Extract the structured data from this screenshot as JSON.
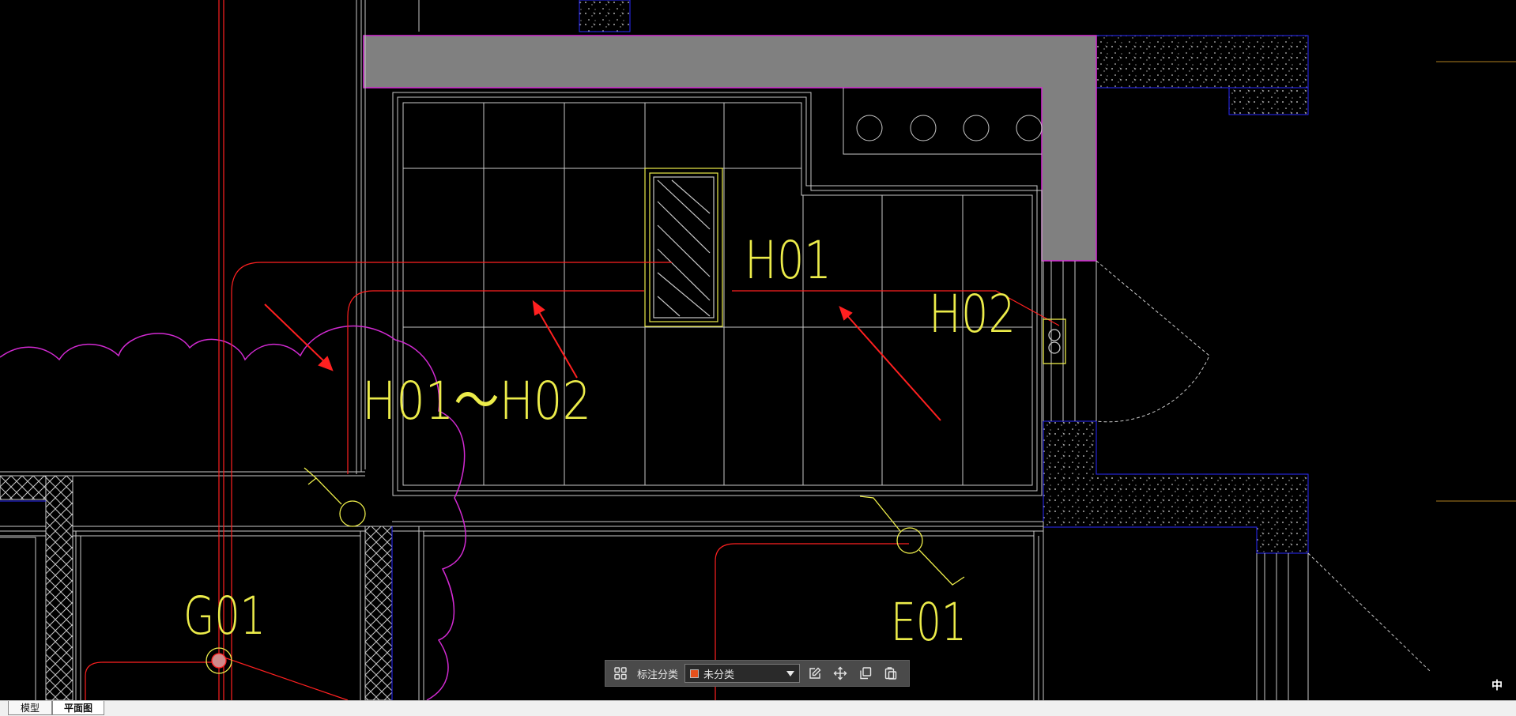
{
  "drawing": {
    "labels": {
      "h01": "H01",
      "h02": "H02",
      "h01_h02": "H01～H02",
      "g01": "G01",
      "e01": "E01"
    },
    "colors": {
      "background": "#000000",
      "wall_lines": "#c8c8c8",
      "label_yellow": "#ecec4a",
      "wire_red": "#ff2020",
      "revision_cloud": "#d22ad2",
      "concrete_fill": "#808080",
      "hatch_blue": "#2a2aff"
    }
  },
  "toolbar": {
    "grid_icon": "grid-icon",
    "category_label": "标注分类",
    "category_value": "未分类",
    "category_color": "#e5501c",
    "edit_icon": "edit-icon",
    "move_icon": "move-icon",
    "copy_icon": "copy-icon",
    "paste_icon": "paste-icon"
  },
  "tabs": {
    "model": "模型",
    "plan": "平面图"
  },
  "ime": {
    "indicator": "中"
  }
}
